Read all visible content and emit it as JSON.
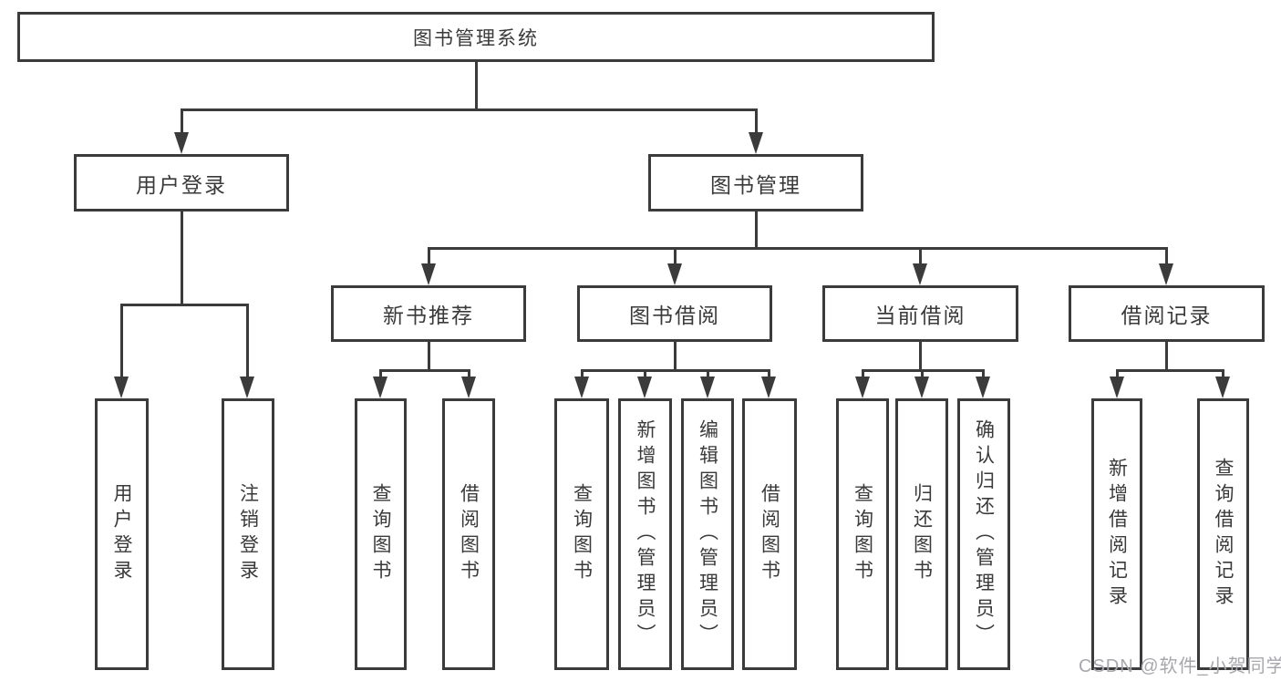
{
  "tree": {
    "label": "图书管理系统",
    "children": [
      {
        "label": "用户登录",
        "children": [
          {
            "label": "用户登录"
          },
          {
            "label": "注销登录"
          }
        ]
      },
      {
        "label": "图书管理",
        "children": [
          {
            "label": "新书推荐",
            "children": [
              {
                "label": "查询图书"
              },
              {
                "label": "借阅图书"
              }
            ]
          },
          {
            "label": "图书借阅",
            "children": [
              {
                "label": "查询图书"
              },
              {
                "label": "新增图书（管理员）"
              },
              {
                "label": "编辑图书（管理员）"
              },
              {
                "label": "借阅图书"
              }
            ]
          },
          {
            "label": "当前借阅",
            "children": [
              {
                "label": "查询图书"
              },
              {
                "label": "归还图书"
              },
              {
                "label": "确认归还（管理员）"
              }
            ]
          },
          {
            "label": "借阅记录",
            "children": [
              {
                "label": "新增借阅记录"
              },
              {
                "label": "查询借阅记录"
              }
            ]
          }
        ]
      }
    ]
  },
  "watermark": {
    "text": "CSDN @软件_小贺同学"
  },
  "colors": {
    "line": "#3b3b3b",
    "text": "#3a3a3a",
    "background": "#ffffff",
    "watermark": "#a7a7ae"
  }
}
